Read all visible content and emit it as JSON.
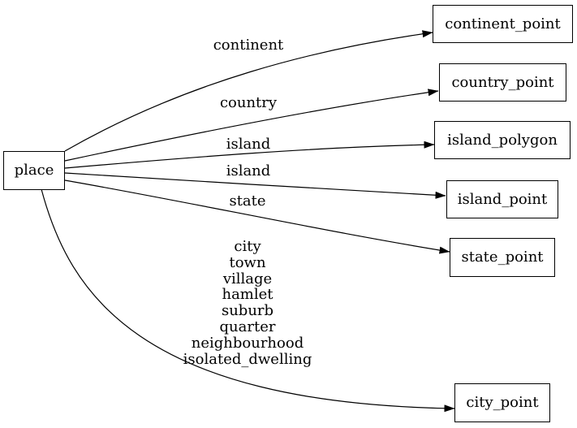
{
  "diagram": {
    "background_color": "#ffffff",
    "line_color": "#000000",
    "text_color": "#000000",
    "nodes": [
      {
        "id": "place",
        "label": "place"
      },
      {
        "id": "continent_point",
        "label": "continent_point"
      },
      {
        "id": "country_point",
        "label": "country_point"
      },
      {
        "id": "island_polygon",
        "label": "island_polygon"
      },
      {
        "id": "island_point",
        "label": "island_point"
      },
      {
        "id": "state_point",
        "label": "state_point"
      },
      {
        "id": "city_point",
        "label": "city_point"
      }
    ],
    "edges": [
      {
        "from": "place",
        "to": "continent_point",
        "label": "continent"
      },
      {
        "from": "place",
        "to": "country_point",
        "label": "country"
      },
      {
        "from": "place",
        "to": "island_polygon",
        "label": "island"
      },
      {
        "from": "place",
        "to": "island_point",
        "label": "island"
      },
      {
        "from": "place",
        "to": "state_point",
        "label": "state"
      },
      {
        "from": "place",
        "to": "city_point",
        "label_lines": [
          "city",
          "town",
          "village",
          "hamlet",
          "suburb",
          "quarter",
          "neighbourhood",
          "isolated_dwelling"
        ]
      }
    ]
  }
}
